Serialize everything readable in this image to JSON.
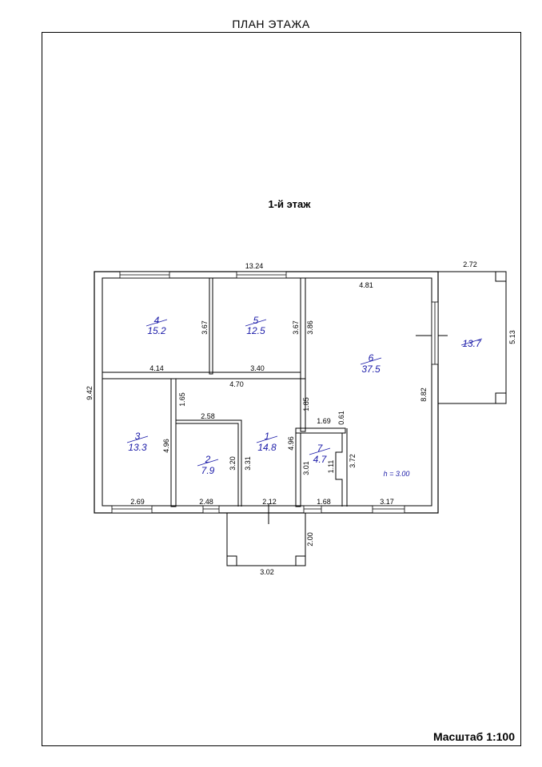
{
  "header": {
    "title": "ПЛАН ЭТАЖА"
  },
  "floor_label": "1-й этаж",
  "scale_label": "Масштаб 1:100",
  "ceiling_height": "h = 3.00",
  "rooms": [
    {
      "number": "1",
      "area": "14.8"
    },
    {
      "number": "2",
      "area": "7.9"
    },
    {
      "number": "3",
      "area": "13.3"
    },
    {
      "number": "4",
      "area": "15.2"
    },
    {
      "number": "5",
      "area": "12.5"
    },
    {
      "number": "6",
      "area": "37.5"
    },
    {
      "number": "7",
      "area": "4.7"
    }
  ],
  "terrace_area": "13.7",
  "dimensions": {
    "total_width": "13.24",
    "total_height": "9.42",
    "terrace_width": "2.72",
    "terrace_depth": "5.13",
    "porch_width": "3.02",
    "porch_depth": "2.00",
    "r4_width": "4.14",
    "r4_height": "3.67",
    "r5_width": "3.40",
    "r5_height": "3.67",
    "r6_height_top": "3.86",
    "r6_width": "4.81",
    "r6_height": "8.82",
    "r6_bottom": "3.17",
    "hall_width": "4.70",
    "hall_vert": "1.65",
    "hall_vert_right": "1.85",
    "r3_height": "4.96",
    "r3_width": "2.69",
    "r2_top": "2.58",
    "r2_height": "3.20",
    "r2_width": "2.48",
    "r1_height": "3.31",
    "r1_width": "2.12",
    "r1_height_right": "4.96",
    "r7_top": "1.69",
    "r7_top2": "0.61",
    "r7_height": "3.01",
    "r7_niche": "1.11",
    "r7_height_right": "3.72",
    "r7_width": "1.68"
  }
}
